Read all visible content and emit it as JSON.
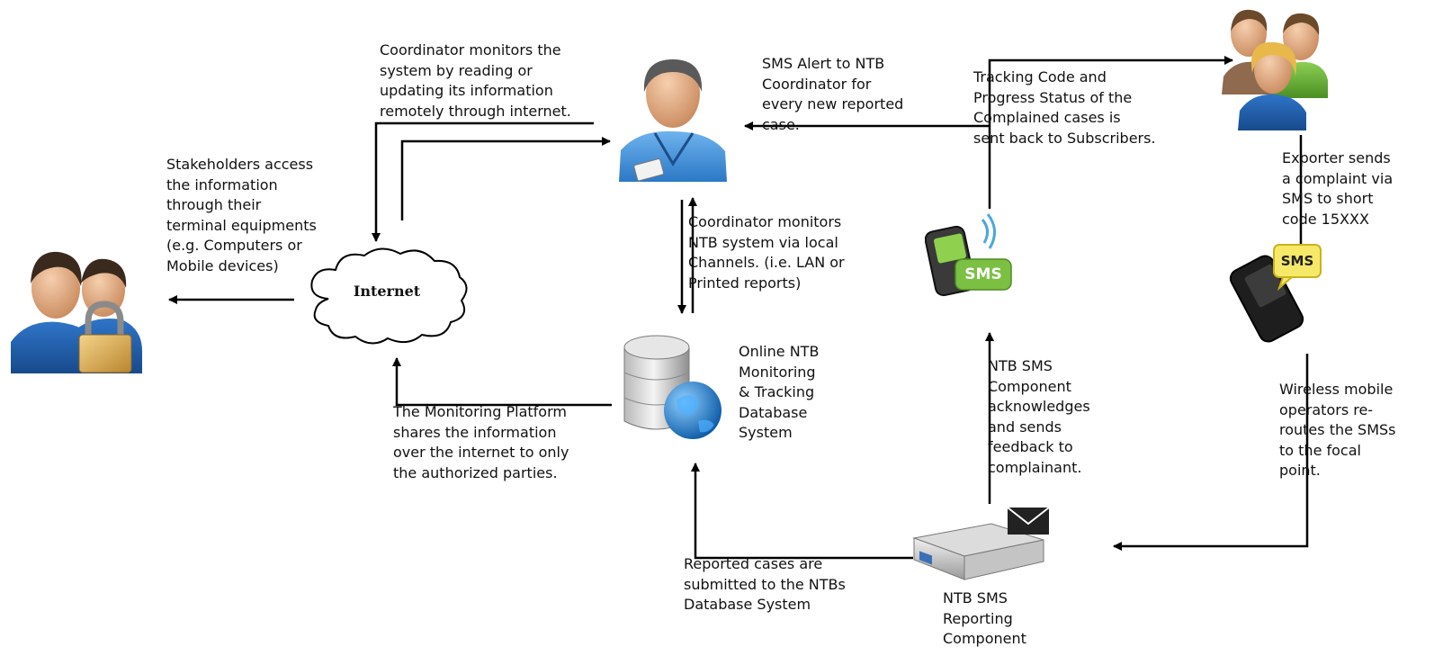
{
  "texts": {
    "coord_internet": "Coordinator monitors the\nsystem by reading or\nupdating its information\nremotely through internet.",
    "sms_alert": "SMS Alert to NTB\nCoordinator for\nevery new reported\ncase.",
    "tracking": "Tracking Code and\nProgress Status of the\nComplained cases is\nsent back to Subscribers.",
    "stakeholders": "Stakeholders access\nthe information\nthrough their\nterminal equipments\n(e.g. Computers or\nMobile devices)",
    "exporter": "Exporter sends\na complaint via\nSMS to short\ncode 15XXX",
    "coord_local": "Coordinator monitors\nNTB system via local\nChannels. (i.e. LAN or\nPrinted reports)",
    "database": "Online NTB\nMonitoring\n& Tracking\nDatabase\nSystem",
    "platform": "The Monitoring Platform\nshares the information\nover the internet to only\nthe authorized parties.",
    "sms_ack": "NTB SMS\nComponent\nacknowledges\nand sends\nfeedback to\ncomplainant.",
    "wireless": "Wireless mobile\noperators re-\nroutes the SMSs\nto the focal\npoint.",
    "reported": "Reported cases are\nsubmitted to the NTBs\nDatabase System",
    "reporting_component": "NTB SMS\nReporting\nComponent"
  },
  "nodes": {
    "internet_label": "Internet",
    "sms_badge_label": "SMS",
    "phone_bubble_label": "SMS"
  },
  "icons": {
    "stakeholders": "users-lock-icon",
    "coordinator": "coordinator-user-icon",
    "subscribers": "subscribers-group-icon",
    "internet": "cloud-icon",
    "database": "database-globe-icon",
    "sms_gateway": "sms-mobile-icon",
    "phone": "smartphone-sms-icon",
    "server": "server-mail-icon"
  },
  "colors": {
    "arrow": "#000000",
    "cloud_fill": "#ffffff",
    "sms_green": "#7bc043",
    "person_blue": "#3e8fd6",
    "person_green": "#6fae3b",
    "skin": "#e9b48c"
  }
}
